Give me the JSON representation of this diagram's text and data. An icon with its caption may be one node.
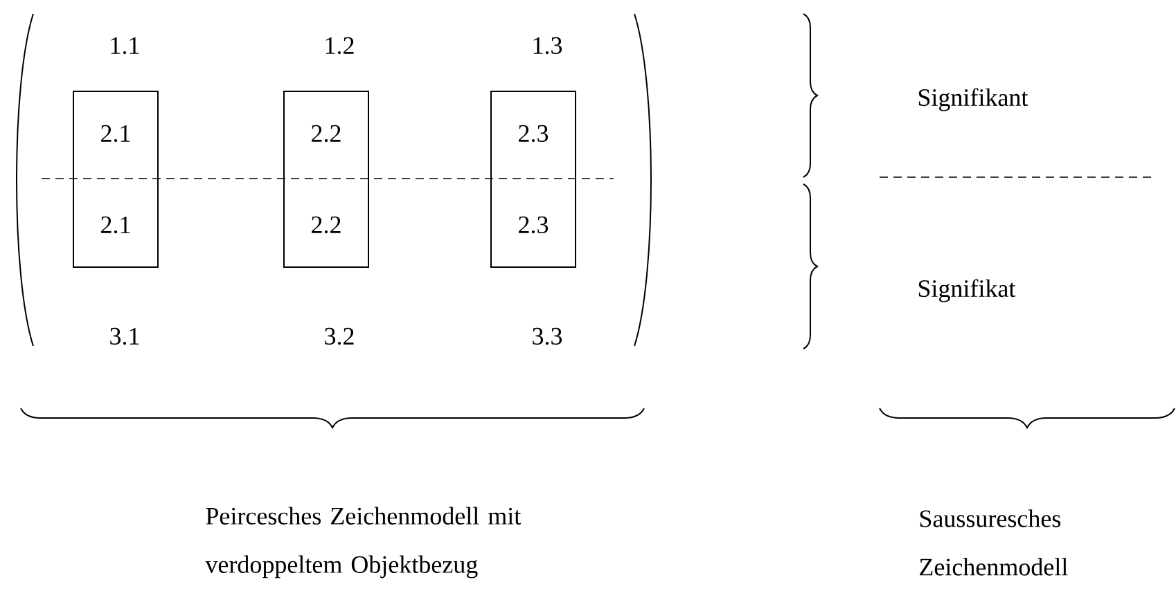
{
  "diagram": {
    "nodes": [
      {
        "text": [
          "2.1",
          "2.1"
        ]
      },
      {
        "text": [
          "2.2",
          "2.2"
        ]
      },
      {
        "text": [
          "2.3",
          "2.3"
        ]
      }
    ],
    "edges": [],
    "labels": [
      "1.1",
      "1.2",
      "1.3",
      "Signifikant",
      "Signifikat",
      "3.1",
      "3.2",
      "3.3",
      "Peircesches Zeichenmodell mit verdoppeltem Objektbezug",
      "Saussuresches Zeichenmodell"
    ]
  }
}
